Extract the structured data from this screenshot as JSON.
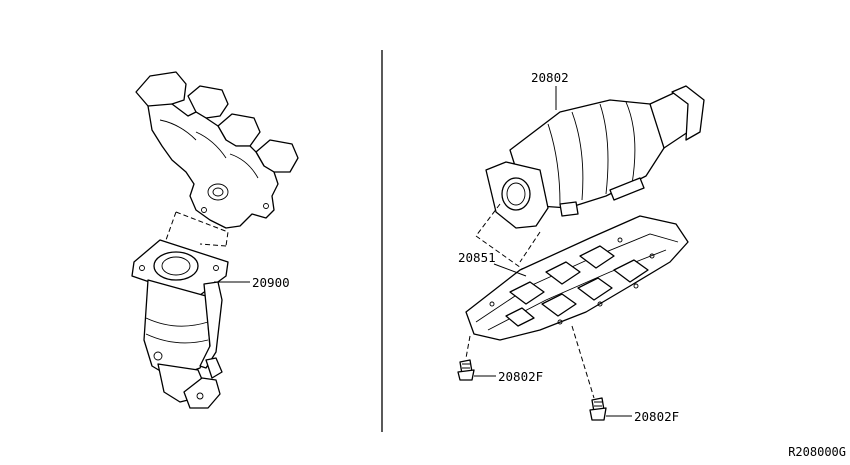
{
  "parts": {
    "manifold_converter": "20900",
    "catalytic_converter": "20802",
    "heat_shield": "20851",
    "bolt_left": "20802F",
    "bolt_right": "20802F"
  },
  "diagram_code": "R208000G"
}
